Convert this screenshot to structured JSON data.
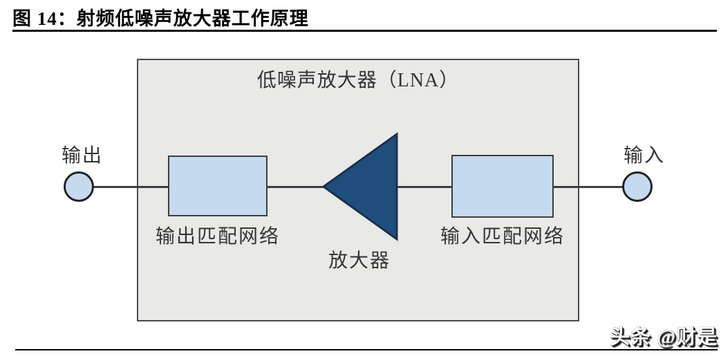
{
  "figure": {
    "title": "图 14：射频低噪声放大器工作原理",
    "watermark": "头条 @财是"
  },
  "diagram": {
    "box_title": "低噪声放大器（LNA）",
    "output_port_label": "输出",
    "input_port_label": "输入",
    "output_matching_label": "输出匹配网络",
    "input_matching_label": "输入匹配网络",
    "amplifier_label": "放大器"
  },
  "colors": {
    "box_fill": "#e9e9e7",
    "box_border": "#4a4a4a",
    "block_fill": "#c5d9ef",
    "block_border": "#3d3d3d",
    "amplifier_fill": "#1f4e7c",
    "line": "#3d3d3d"
  }
}
